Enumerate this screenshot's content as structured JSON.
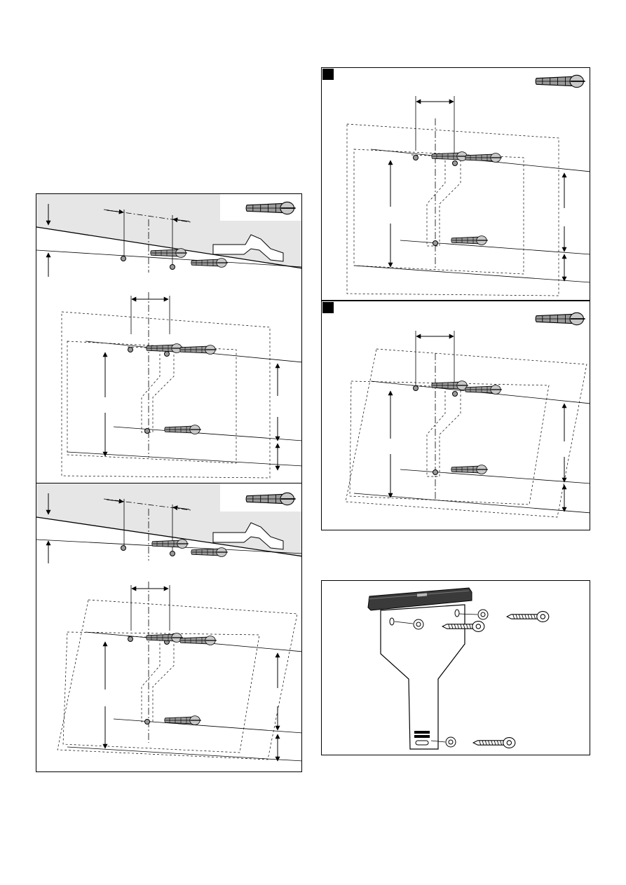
{
  "colors": {
    "line": "#000000",
    "wall_shade": "#e6e6e6",
    "dowel": "#9a9a9a",
    "level": "#3a3a3a"
  },
  "panels": [
    {
      "id": "panel-1",
      "variant": "wall-bracket-level",
      "marker": "black-square"
    },
    {
      "id": "panel-2",
      "variant": "wall-bracket-tilted",
      "marker": "black-square"
    },
    {
      "id": "panel-3",
      "variant": "template-level",
      "marker": "black-square"
    },
    {
      "id": "panel-4",
      "variant": "template-tilted",
      "marker": "black-square"
    },
    {
      "id": "panel-5",
      "variant": "bracket-assembly-with-spirit-level"
    }
  ],
  "icons": [
    "wall-plug-icon",
    "screw-icon",
    "washer-icon",
    "spirit-level-icon",
    "wall-bracket-icon",
    "dimension-arrow-icon"
  ]
}
